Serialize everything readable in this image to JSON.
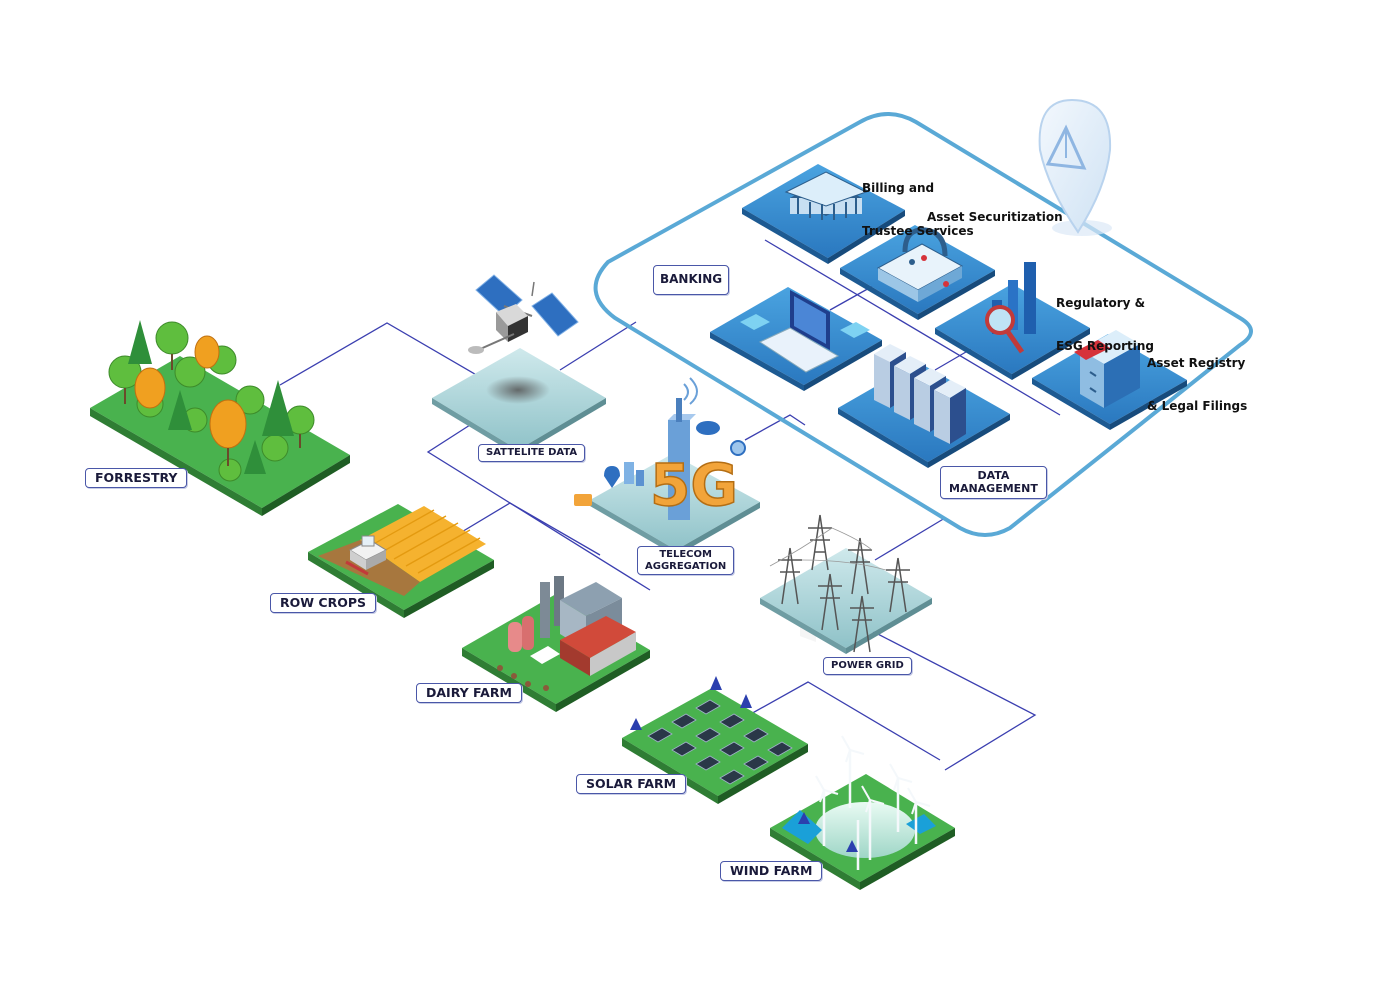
{
  "labels": {
    "forestry": "FORRESTRY",
    "row_crops": "ROW CROPS",
    "dairy_farm": "DAIRY FARM",
    "solar_farm": "SOLAR FARM",
    "wind_farm": "WIND FARM",
    "satellite_data": "SATTELITE DATA",
    "telecom_line1": "TELECOM",
    "telecom_line2": "AGGREGATION",
    "power_grid": "POWER GRID",
    "banking": "BANKING",
    "data_mgmt_line1": "DATA",
    "data_mgmt_line2": "MANAGEMENT"
  },
  "services": {
    "billing_line1": "Billing and",
    "billing_line2": "Trustee Services",
    "asset_securitization": "Asset Securitization",
    "regulatory_line1": "Regulatory &",
    "regulatory_line2": "ESG Reporting",
    "registry_line1": "Asset Registry",
    "registry_line2": "& Legal Filings"
  },
  "tower_text": "5G",
  "colors": {
    "connector": "#3b3fb0",
    "platform_border": "#5aa9d6",
    "tile_blue": "#2f7fc0",
    "grass": "#3aa54a"
  },
  "icons": [
    "location-pin-logo-icon",
    "bank-icon",
    "lock-icon",
    "bar-chart-magnifier-icon",
    "file-cabinet-icon",
    "laptop-icon",
    "server-rack-icon",
    "satellite-icon",
    "5g-tower-icon",
    "power-pylon-icon",
    "solar-panel-icon",
    "wind-turbine-icon",
    "tree-icon",
    "harvester-icon",
    "factory-icon"
  ]
}
